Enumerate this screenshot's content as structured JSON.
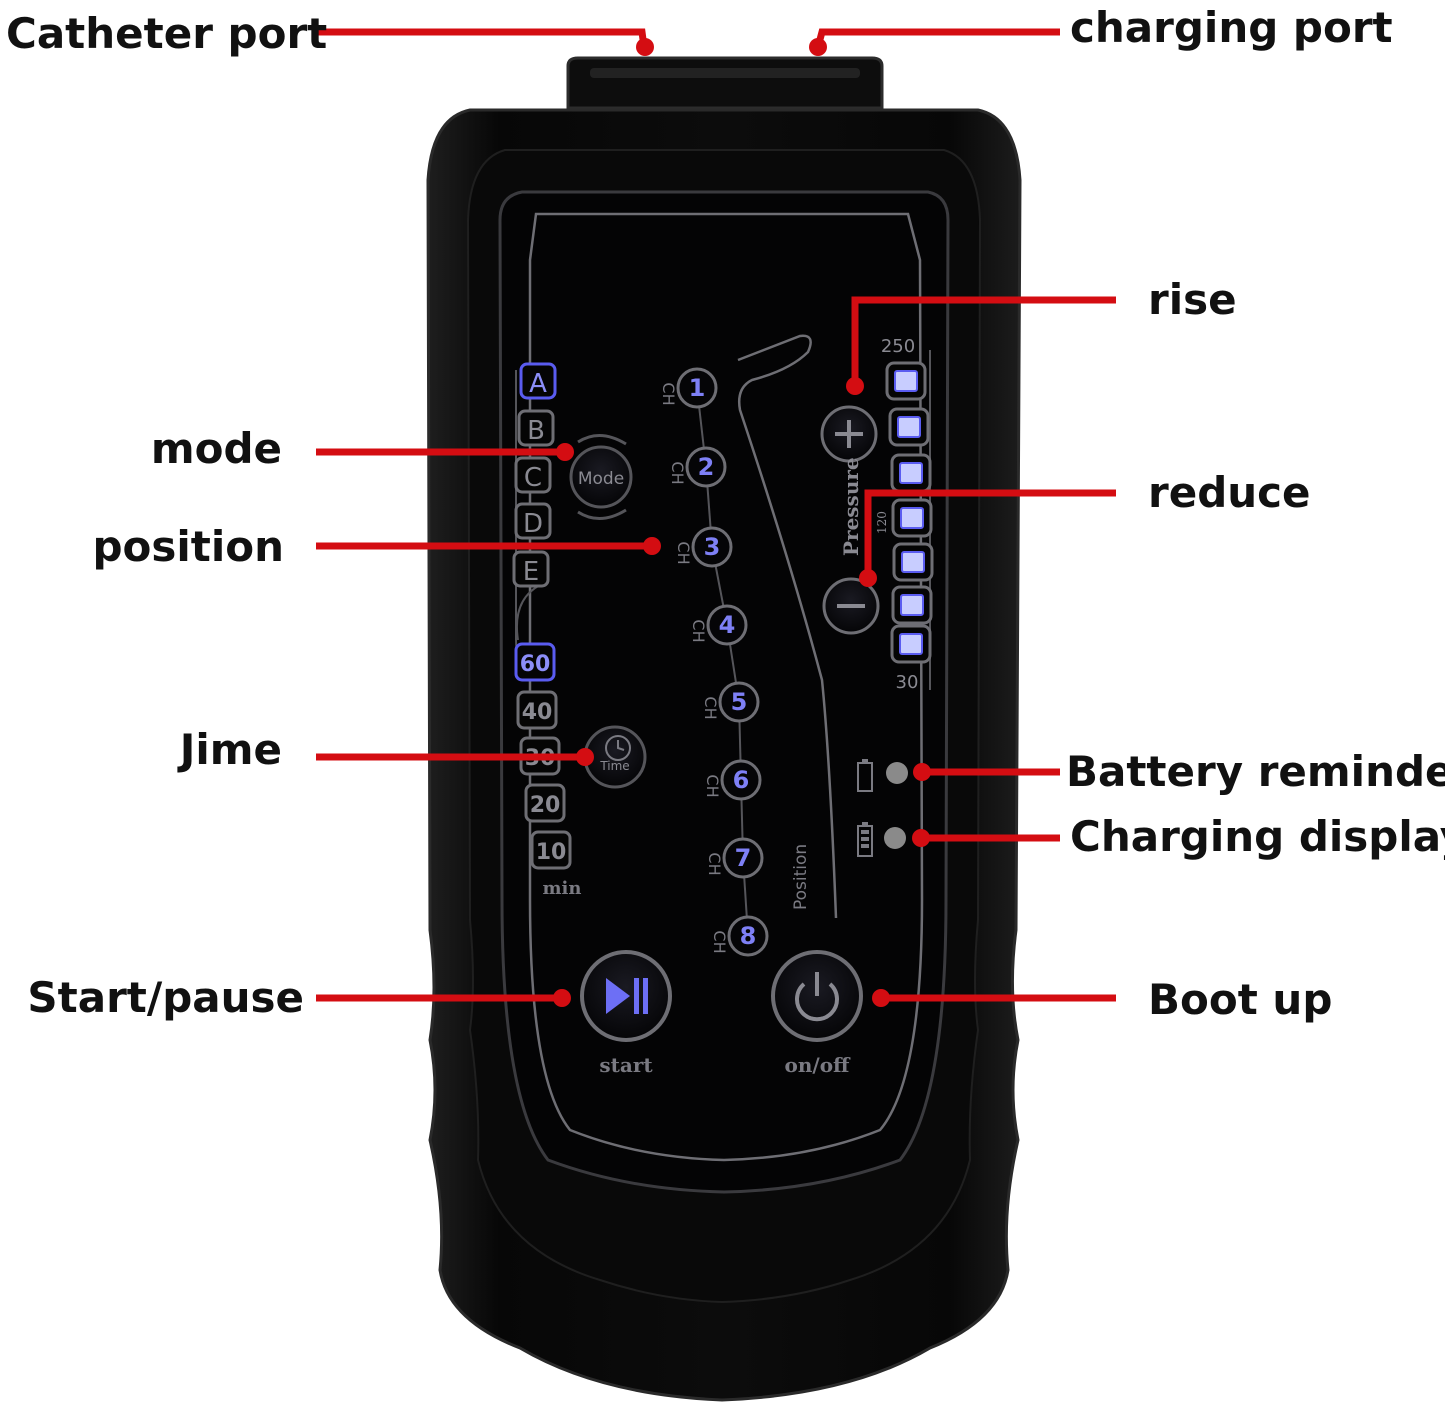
{
  "colors": {
    "callout": "#d40d12",
    "label_text": "#111111",
    "body": "#0b0b0b",
    "panel_line": "#6e6e74",
    "led_blue": "#5a5cf0",
    "led_fill": "#c8cdff",
    "indicator_gray": "#8a8a8a"
  },
  "callouts": {
    "catheter_port": "Catheter port",
    "charging_port": "charging port",
    "rise": "rise",
    "mode": "mode",
    "reduce": "reduce",
    "position": "position",
    "time": "Jime",
    "battery_reminder": "Battery reminder",
    "charging_display": "Charging display",
    "start_pause": "Start/pause",
    "boot_up": "Boot up"
  },
  "device": {
    "modes": [
      "A",
      "B",
      "C",
      "D",
      "E"
    ],
    "mode_button": "Mode",
    "times": [
      "60",
      "40",
      "30",
      "20",
      "10"
    ],
    "time_unit": "min",
    "time_button": "Time",
    "channel_prefix": "CH",
    "channels": [
      "1",
      "2",
      "3",
      "4",
      "5",
      "6",
      "7",
      "8"
    ],
    "position_label": "Position",
    "pressure_label": "Pressure",
    "pressure_max": "250",
    "pressure_mid": "120",
    "pressure_min": "30",
    "pressure_level_count": 7,
    "start_label": "start",
    "power_label": "on/off",
    "plus_icon": "plus-icon",
    "minus_icon": "minus-icon",
    "play_pause_icon": "play-pause-icon",
    "power_icon": "power-icon",
    "battery_icon": "battery-empty-icon",
    "charging_icon": "battery-charging-icon"
  }
}
